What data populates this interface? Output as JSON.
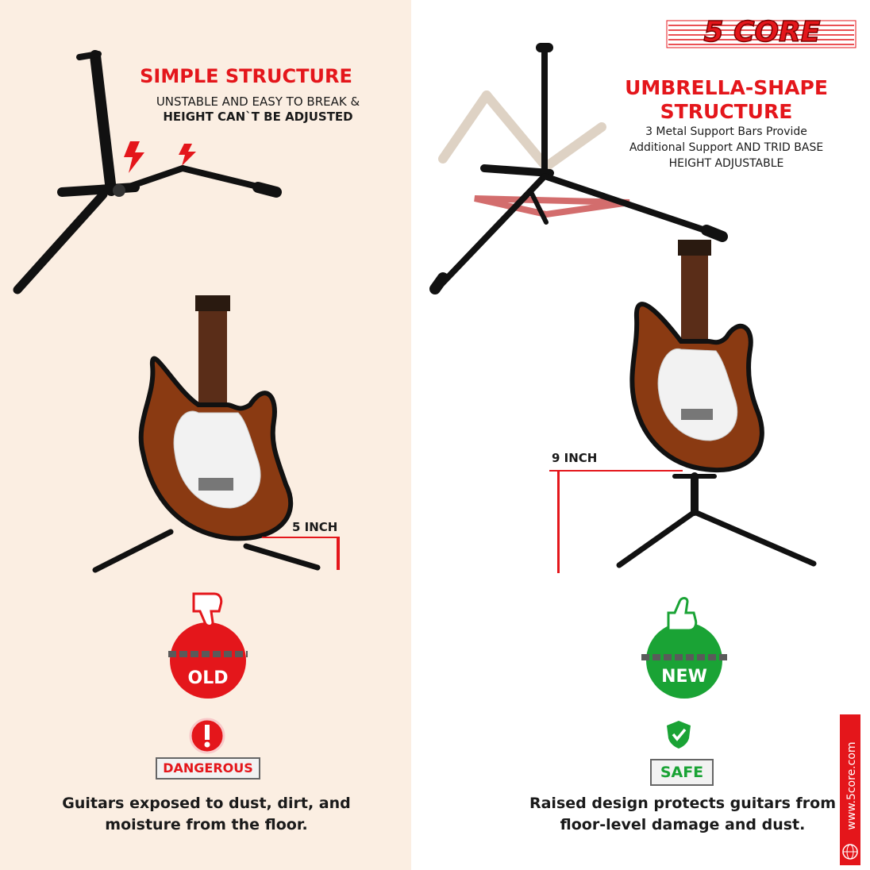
{
  "brand": {
    "logo_text": "5 CORE",
    "website": "www.5core.com"
  },
  "colors": {
    "accent_red": "#e4161b",
    "safe_green": "#1aa335",
    "left_bg": "#fbeee2",
    "right_bg": "#ffffff"
  },
  "left": {
    "title": "SIMPLE STRUCTURE",
    "line1": "UNSTABLE AND EASY TO BREAK &",
    "line2": "HEIGHT CAN`T BE ADJUSTED",
    "height_label": "5 INCH",
    "badge_label": "OLD",
    "status_label": "DANGEROUS",
    "caption_line1": "Guitars exposed to dust, dirt, and",
    "caption_line2": "moisture from the floor."
  },
  "right": {
    "title_line1": "UMBRELLA-SHAPE",
    "title_line2": "STRUCTURE",
    "line1": "3 Metal Support Bars Provide",
    "line2": "Additional Support AND  TRID BASE",
    "line3": "HEIGHT ADJUSTABLE",
    "height_label": "9 INCH",
    "badge_label": "NEW",
    "status_label": "SAFE",
    "caption_line1": "Raised design protects guitars from",
    "caption_line2": "floor-level damage and dust."
  },
  "icons": [
    "lightning-icon",
    "thumbs-down-icon",
    "thumbs-up-icon",
    "broken-chain-icon",
    "chain-icon",
    "exclamation-icon",
    "shield-check-icon",
    "globe-icon"
  ]
}
